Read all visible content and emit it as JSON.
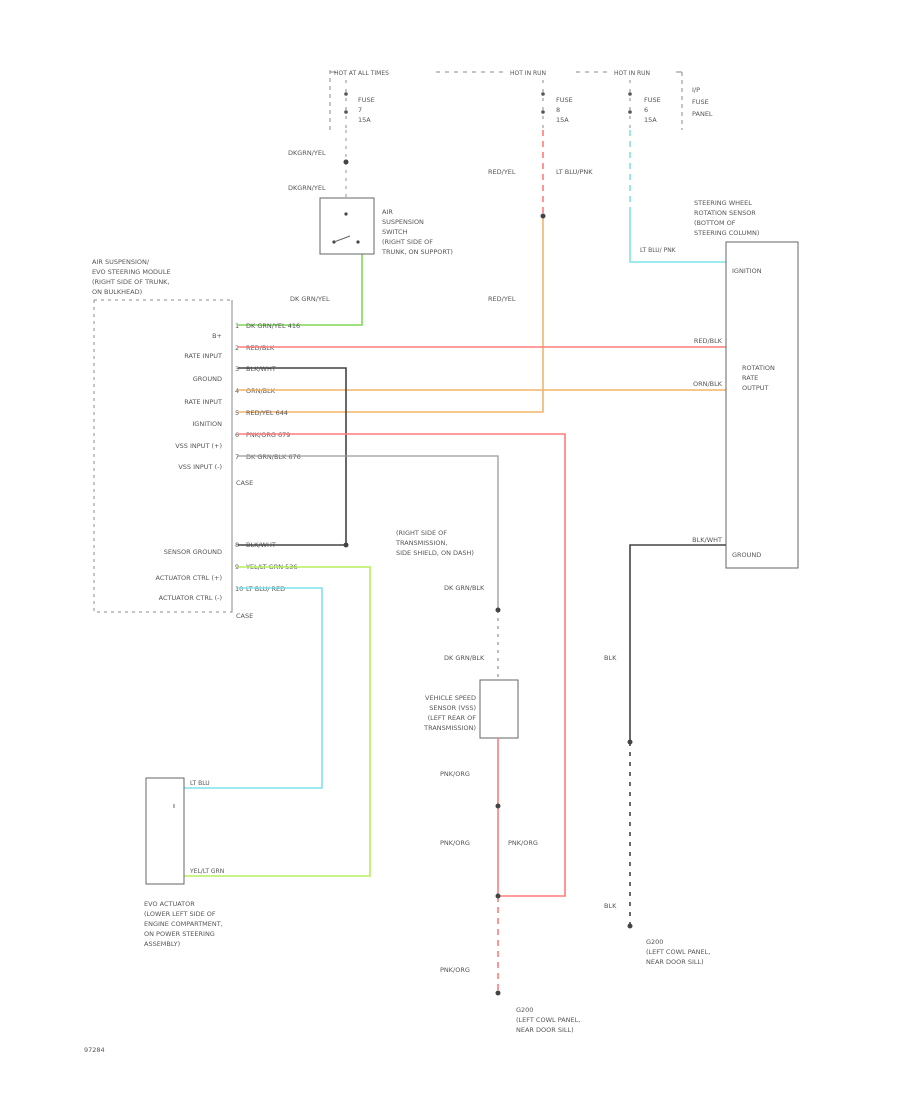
{
  "header": {
    "hot_at_all_times": "HOT AT ALL TIMES",
    "hot_in_run": "HOT IN RUN",
    "hot_in_run_2": "HOT IN RUN"
  },
  "fuses": [
    {
      "line1": "FUSE",
      "line2": "7",
      "line3": "15A"
    },
    {
      "line1": "FUSE",
      "line2": "8",
      "line3": "15A"
    },
    {
      "line1": "FUSE",
      "line2": "6",
      "line3": "15A"
    }
  ],
  "fuse_panel_label": [
    "I/P",
    "FUSE",
    "PANEL"
  ],
  "wires": {
    "dkgrn_yel_top1": "DKGRN/YEL",
    "dkgrn_yel_top2": "DKGRN/YEL",
    "dkgrn_yel_mid": "DK GRN/YEL",
    "red_yel_upper": "RED/YEL",
    "lt_blu_pnk_upper": "LT BLU/PNK",
    "red_yel_lower": "RED/YEL",
    "lt_blu_pnk_sensor": "LT BLU/ PNK",
    "m1_dkgrn_yel": "DK GRN/YEL 416",
    "m2_redblk": "RED/BLK",
    "m3_blk_wht": "BLK/WHT",
    "m4_orn_blk": "ORN/BLK",
    "m5_red_yel": "RED/YEL 644",
    "m6_pnk_org": "PNK/ORG 679",
    "m7_dkgrn_blk": "DK GRN/BLK 676",
    "m8_blk_wht": "BLK/WHT",
    "m9_yel_lt_grn": "YEL/LT GRN 536",
    "m10_lt_blu_red": "LT BLU/ RED",
    "ss_redblk": "RED/BLK",
    "ss_ornblk": "ORN/BLK",
    "ss_ground": "BLK/WHT",
    "dkgrn_blk_1": "DK GRN/BLK",
    "dkgrn_blk_2": "DK GRN/BLK",
    "pnk_org_1": "PNK/ORG",
    "pnk_org_2": "PNK/ORG",
    "pnk_org_3": "PNK/ORG",
    "pnk_org_4": "PNK/ORG",
    "blk_1": "BLK",
    "blk_2": "BLK",
    "act_lt_blu": "LT BLU",
    "act_yel_lt_grn": "YEL/LT GRN"
  },
  "components": {
    "air_switch": [
      "AIR",
      "SUSPENSION",
      "SWITCH",
      "(RIGHT SIDE OF",
      "TRUNK, ON SUPPORT)"
    ],
    "module": [
      "AIR SUSPENSION/",
      "EVO STEERING MODULE",
      "(RIGHT SIDE OF TRUNK,",
      "ON BULKHEAD)"
    ],
    "steering_sensor": [
      "STEERING WHEEL",
      "ROTATION SENSOR",
      "(BOTTOM OF",
      "STEERING COLUMN)"
    ],
    "vss_location": [
      "(RIGHT SIDE OF",
      "TRANSMISSION,",
      "SIDE SHIELD, ON DASH)"
    ],
    "vss": [
      "VEHICLE SPEED",
      "SENSOR (VSS)",
      "(LEFT REAR OF",
      "TRANSMISSION)"
    ],
    "actuator": [
      "EVO ACTUATOR",
      "(LOWER LEFT SIDE OF",
      "ENGINE COMPARTMENT,",
      "ON POWER STEERING",
      "ASSEMBLY)"
    ],
    "ground_1": [
      "G200",
      "(LEFT COWL PANEL,",
      "NEAR DOOR SILL)"
    ],
    "ground_2": [
      "G200",
      "(LEFT COWL PANEL,",
      "NEAR DOOR SILL)"
    ]
  },
  "module_pins": [
    {
      "label": "B+",
      "pin": "1"
    },
    {
      "label": "RATE INPUT",
      "pin": "2"
    },
    {
      "label": "GROUND",
      "pin": "3"
    },
    {
      "label": "RATE INPUT",
      "pin": "4"
    },
    {
      "label": "IGNITION",
      "pin": "5"
    },
    {
      "label": "VSS INPUT (+)",
      "pin": "6"
    },
    {
      "label": "VSS INPUT (-)",
      "pin": "7"
    },
    {
      "label": "CASE",
      "pin": ""
    },
    {
      "label": "SENSOR GROUND",
      "pin": "8"
    },
    {
      "label": "ACTUATOR CTRL (+)",
      "pin": "9"
    },
    {
      "label": "ACTUATOR CTRL (-)",
      "pin": "10"
    },
    {
      "label": "CASE",
      "pin": ""
    }
  ],
  "sensor_pins": {
    "ignition": "IGNITION",
    "rotation_output": [
      "ROTATION",
      "RATE",
      "OUTPUT"
    ],
    "ground": "GROUND"
  },
  "footer": {
    "code": "97284"
  },
  "colors": {
    "green": "#7ed957",
    "red": "#ff7b7b",
    "orange": "#f4b36a",
    "cyan": "#7fe3ea",
    "black": "#444444",
    "gray": "#9a9a9a"
  }
}
